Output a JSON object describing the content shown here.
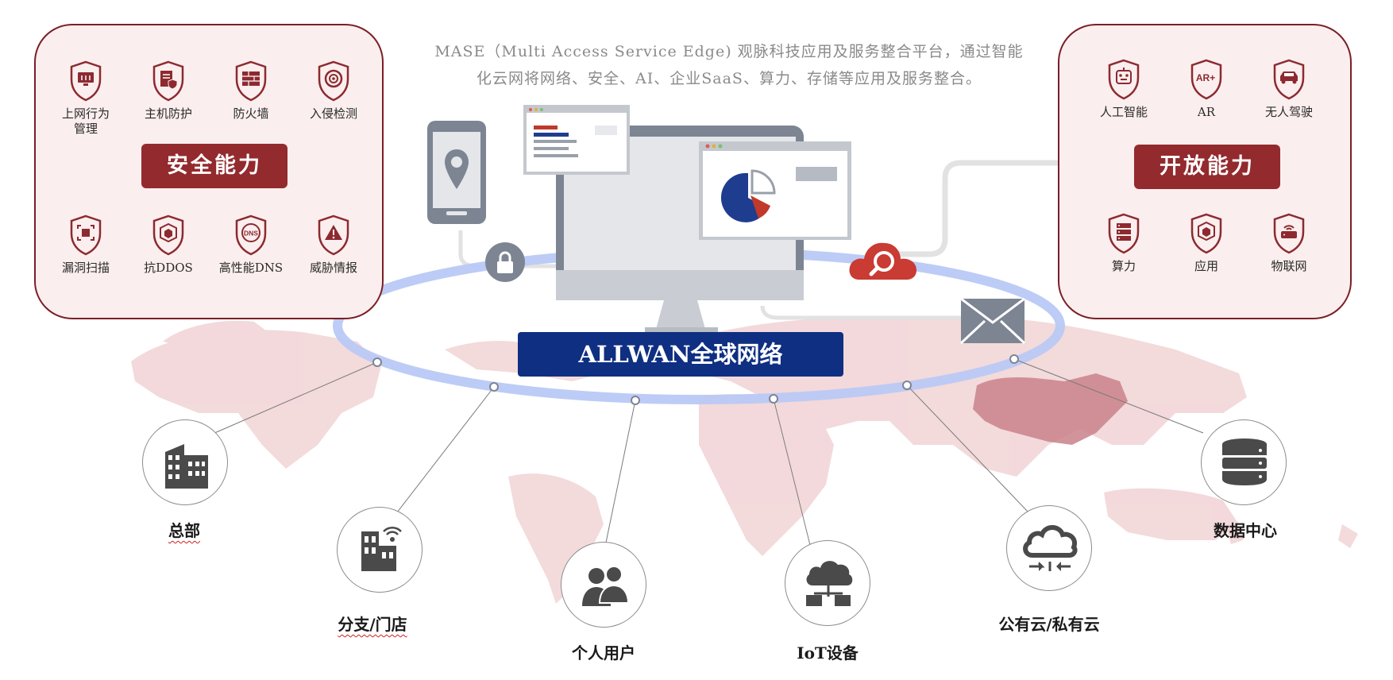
{
  "description": {
    "line1": "MASE（Multi Access Service Edge) 观脉科技应用及服务整合平台，通过智能",
    "line2": "化云网将网络、安全、AI、企业SaaS、算力、存储等应用及服务整合。"
  },
  "security_panel": {
    "title": "安全能力",
    "top_items": [
      {
        "label": "上网行为\n管理",
        "icon": "monitor-shield-icon"
      },
      {
        "label": "主机防护",
        "icon": "document-shield-icon"
      },
      {
        "label": "防火墙",
        "icon": "firewall-shield-icon"
      },
      {
        "label": "入侵检测",
        "icon": "target-shield-icon"
      }
    ],
    "bottom_items": [
      {
        "label": "漏洞扫描",
        "icon": "scan-shield-icon"
      },
      {
        "label": "抗DDOS",
        "icon": "cube-shield-icon"
      },
      {
        "label": "高性能DNS",
        "icon": "dns-shield-icon"
      },
      {
        "label": "威胁情报",
        "icon": "warning-shield-icon"
      }
    ]
  },
  "open_panel": {
    "title": "开放能力",
    "top_items": [
      {
        "label": "人工智能",
        "icon": "robot-shield-icon"
      },
      {
        "label": "AR",
        "icon": "ar-shield-icon",
        "badge": "AR+"
      },
      {
        "label": "无人驾驶",
        "icon": "car-shield-icon"
      }
    ],
    "bottom_items": [
      {
        "label": "算力",
        "icon": "server-shield-icon"
      },
      {
        "label": "应用",
        "icon": "app-cube-shield-icon"
      },
      {
        "label": "物联网",
        "icon": "router-shield-icon"
      }
    ],
    "dns_text": "DNS"
  },
  "network_banner": "ALLWAN全球网络",
  "nodes": [
    {
      "label": "总部",
      "icon": "building-icon",
      "spellcheck": true
    },
    {
      "label": "分支/门店",
      "icon": "branch-store-icon",
      "spellcheck": true
    },
    {
      "label": "个人用户",
      "icon": "users-icon"
    },
    {
      "label": "IoT设备",
      "icon": "iot-cloud-icon"
    },
    {
      "label": "公有云/私有云",
      "icon": "cloud-exchange-icon"
    },
    {
      "label": "数据中心",
      "icon": "database-icon"
    }
  ],
  "colors": {
    "panel_border": "#7a1f26",
    "panel_fill": "#fbeeee",
    "capability_button": "#932a2d",
    "banner": "#0e2f82",
    "ring": "#b7c8f6",
    "map": "#e9b9bc",
    "china": "#c97d86",
    "icon_red": "#8c2a30",
    "icon_gray": "#4a4a4a"
  }
}
